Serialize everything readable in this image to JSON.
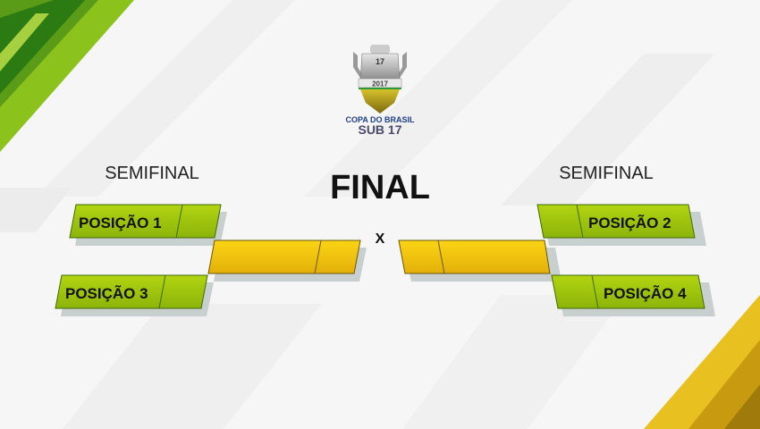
{
  "logo": {
    "number": "17",
    "year": "2017",
    "line1": "COPA DO BRASIL",
    "line2": "SUB 17"
  },
  "title": "FINAL",
  "left_heading": "SEMIFINAL",
  "right_heading": "SEMIFINAL",
  "versus": "X",
  "slots": {
    "pos1": "POSIÇÃO 1",
    "pos2": "POSIÇÃO 2",
    "pos3": "POSIÇÃO 3",
    "pos4": "POSIÇÃO 4"
  },
  "colors": {
    "green": "#9cc40c",
    "yellow": "#f0c00c",
    "navy": "#1d3f87"
  }
}
